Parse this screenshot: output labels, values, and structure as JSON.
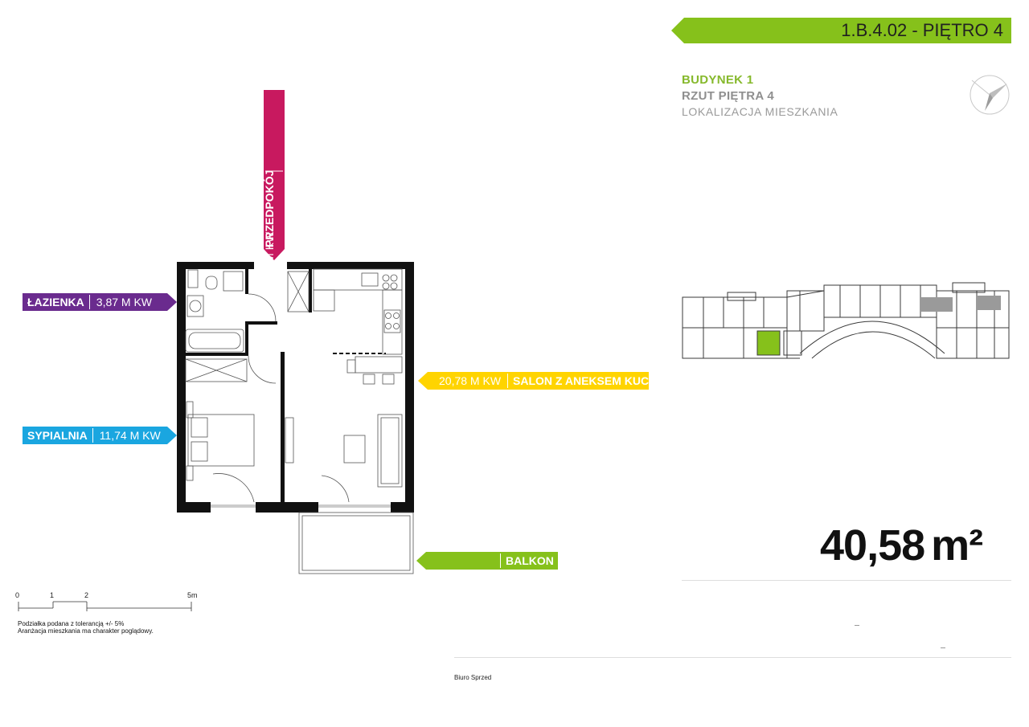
{
  "header": {
    "apartment_code": "1.B.4.02",
    "floor_label": "- PIĘTRO 4",
    "accent_color": "#86c11b"
  },
  "info": {
    "building": "BUDYNEK 1",
    "floor_plan": "RZUT PIĘTRA 4",
    "location": "LOKALIZACJA MIESZKANIA"
  },
  "area": {
    "value": "40,58",
    "unit": "m²"
  },
  "rooms": {
    "lazienka": {
      "name": "ŁAZIENKA",
      "area": "3,87 M KW",
      "color": "#6a2b8e"
    },
    "sypialnia": {
      "name": "SYPIALNIA",
      "area": "11,74 M KW",
      "color": "#1aa6e0"
    },
    "salon": {
      "name": "SALON Z ANEKSEM KUCH.",
      "area": "20,78 M KW",
      "color": "#ffd400"
    },
    "balkon": {
      "name": "BALKON",
      "area": "",
      "color": "#86c11b"
    },
    "przedpokoj": {
      "name": "PRZEDPOKÓJ",
      "area": "4,19 M KW",
      "color": "#c8195f"
    }
  },
  "scale": {
    "ticks": [
      "0",
      "1",
      "2",
      "5m"
    ]
  },
  "notes": {
    "tolerance": "Podziałka podana z tolerancją +/- 5%",
    "arrangement": "Aranżacja mieszkania ma charakter poglądowy."
  },
  "footer": {
    "fragment": "Biuro Sprzed"
  },
  "icons": {
    "compass": "north-arrow-icon"
  }
}
